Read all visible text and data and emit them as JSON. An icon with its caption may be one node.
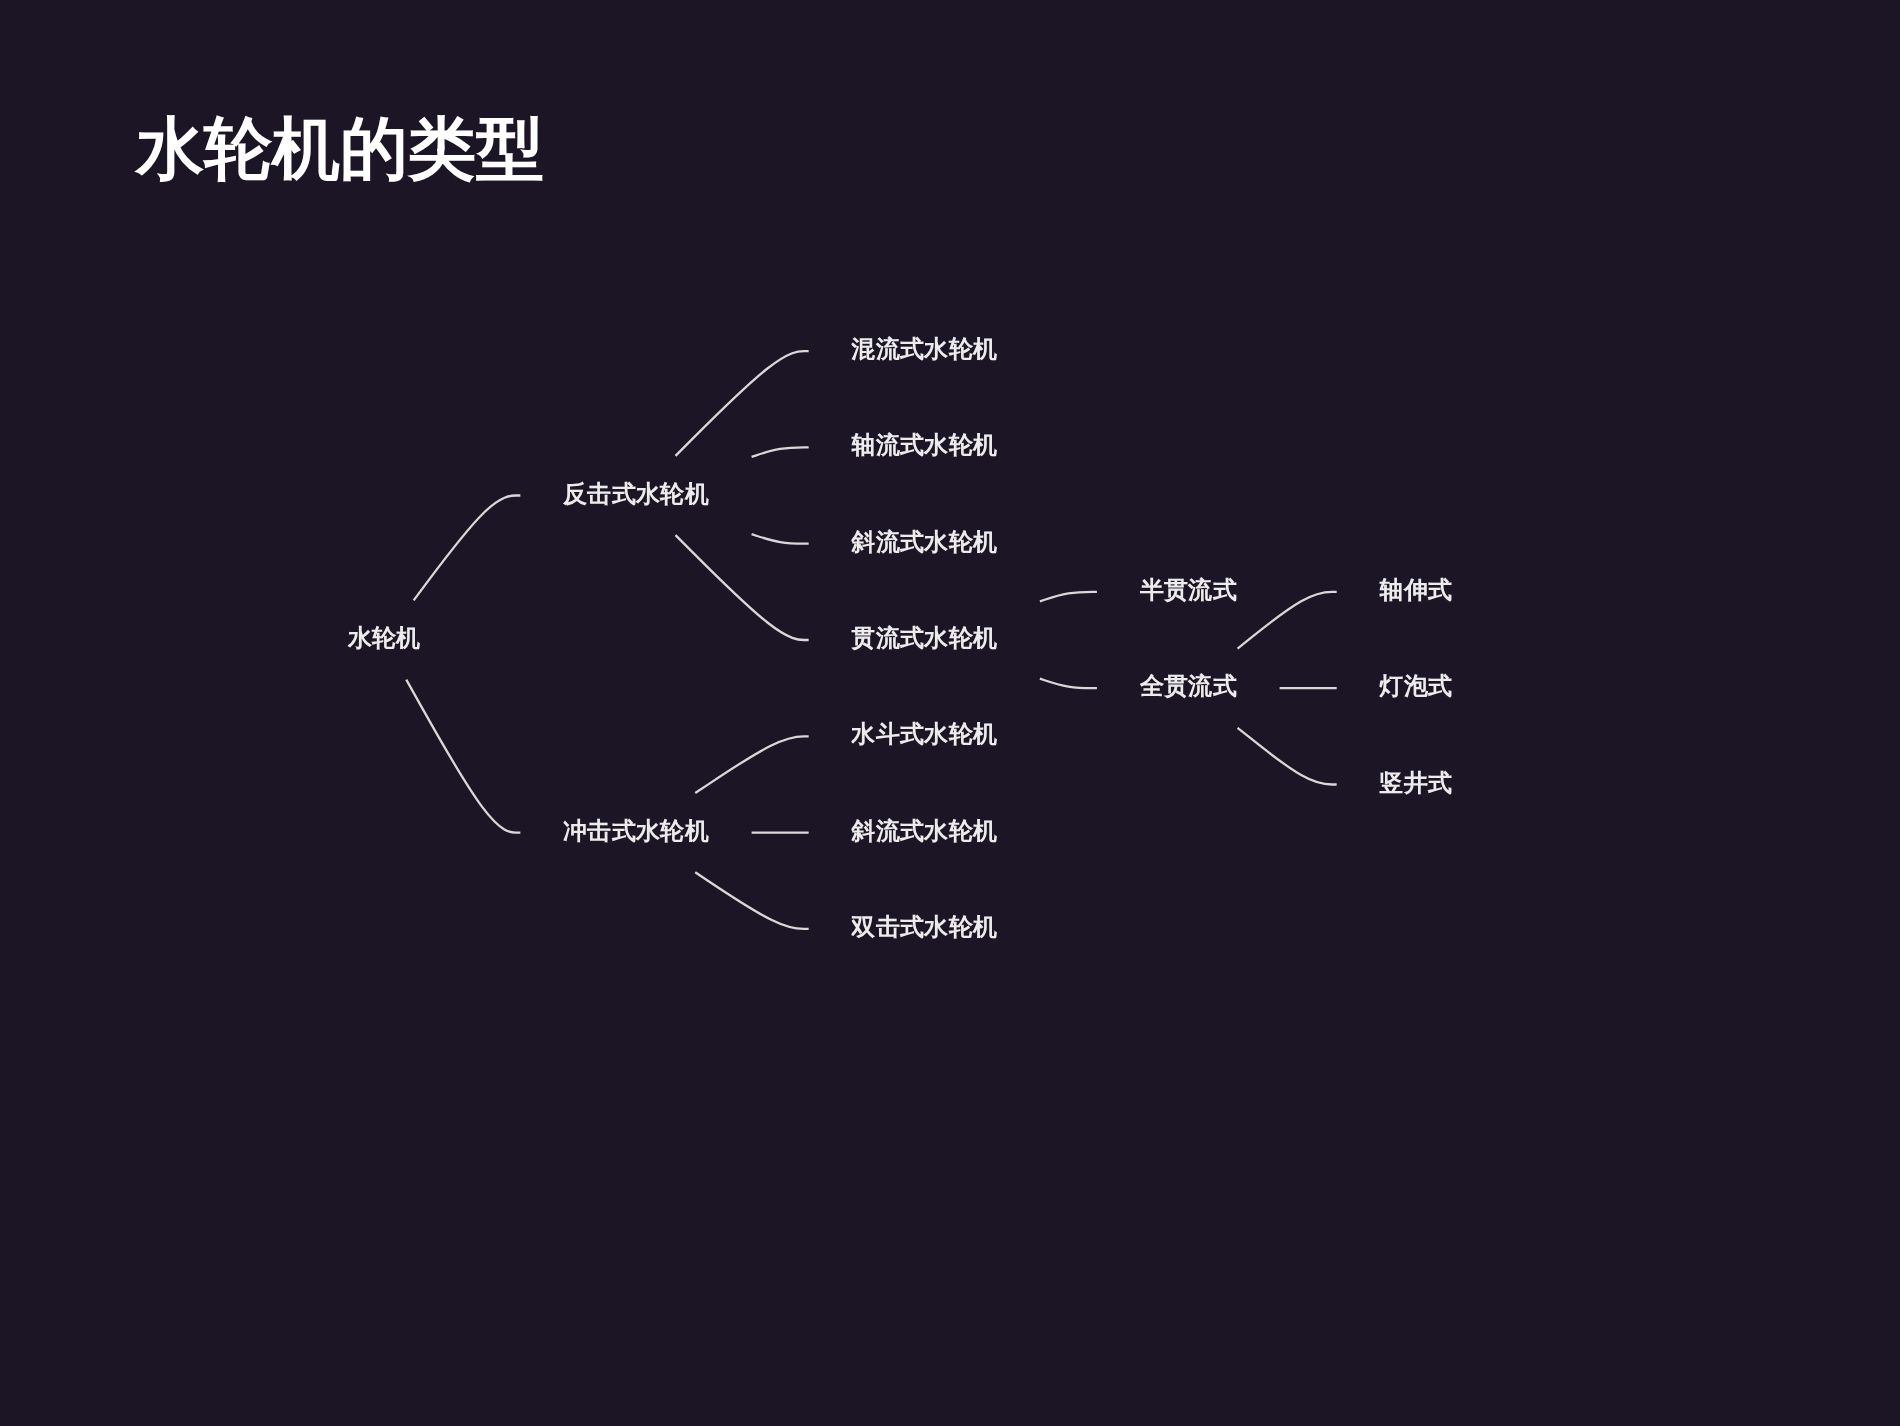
{
  "diagram": {
    "title": "水轮机的类型",
    "nodes": [
      {
        "text": [
          "水轮机"
        ]
      },
      {
        "text": [
          "反击式水轮机"
        ]
      },
      {
        "text": [
          "混流式水轮机"
        ]
      },
      {
        "text": [
          "轴流式水轮机"
        ]
      },
      {
        "text": [
          "斜流式水轮机"
        ]
      },
      {
        "text": [
          "贯流式水轮机"
        ]
      },
      {
        "text": [
          "半贯流式"
        ]
      },
      {
        "text": [
          "全贯流式"
        ]
      },
      {
        "text": [
          "轴伸式"
        ]
      },
      {
        "text": [
          "灯泡式"
        ]
      },
      {
        "text": [
          "竖井式"
        ]
      },
      {
        "text": [
          "冲击式水轮机"
        ]
      },
      {
        "text": [
          "水斗式水轮机"
        ]
      },
      {
        "text": [
          "斜流式水轮机"
        ]
      },
      {
        "text": [
          "双击式水轮机"
        ]
      }
    ],
    "edges": [
      {
        "from": 0,
        "to": 1,
        "arrow": "none"
      },
      {
        "from": 0,
        "to": 11,
        "arrow": "none"
      },
      {
        "from": 1,
        "to": 2,
        "arrow": "none"
      },
      {
        "from": 1,
        "to": 3,
        "arrow": "none"
      },
      {
        "from": 1,
        "to": 4,
        "arrow": "none"
      },
      {
        "from": 1,
        "to": 5,
        "arrow": "none"
      },
      {
        "from": 5,
        "to": 6,
        "arrow": "none"
      },
      {
        "from": 5,
        "to": 7,
        "arrow": "none"
      },
      {
        "from": 7,
        "to": 8,
        "arrow": "none"
      },
      {
        "from": 7,
        "to": 9,
        "arrow": "none"
      },
      {
        "from": 7,
        "to": 10,
        "arrow": "none"
      },
      {
        "from": 11,
        "to": 12,
        "arrow": "none"
      },
      {
        "from": 11,
        "to": 13,
        "arrow": "none"
      },
      {
        "from": 11,
        "to": 14,
        "arrow": "none"
      }
    ]
  }
}
